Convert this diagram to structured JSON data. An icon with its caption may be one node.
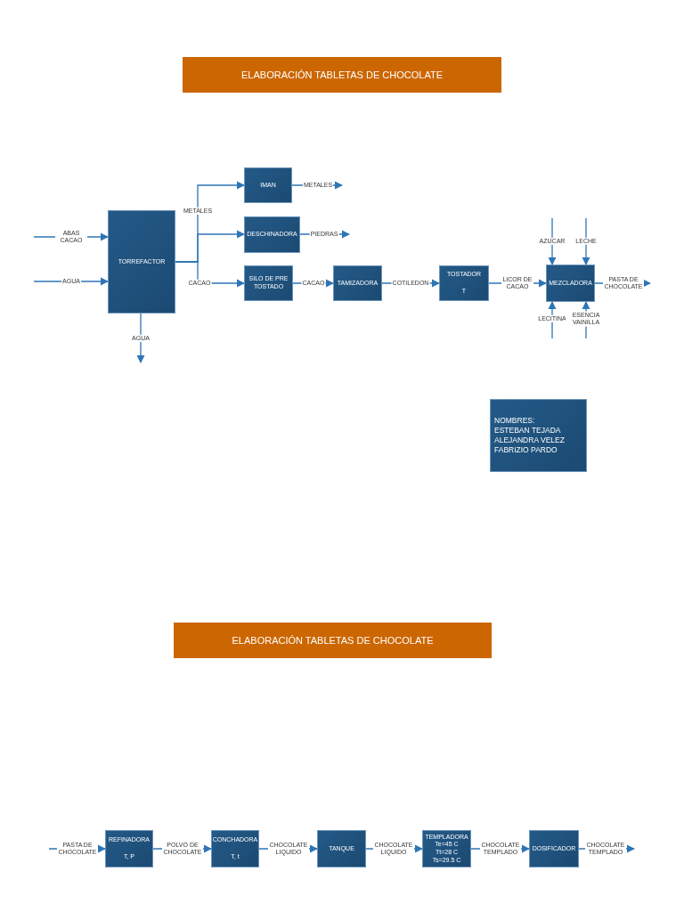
{
  "diagram": {
    "nodes": [
      {
        "text": [
          "ELABORACIÓN TABLETAS DE CHOCOLATE"
        ]
      },
      {
        "text": [
          "IMAN"
        ]
      },
      {
        "text": [
          "TORREFACTOR"
        ]
      },
      {
        "text": [
          "DESCHINADORA"
        ]
      },
      {
        "text": [
          "SILO DE PRE TOSTADO"
        ]
      },
      {
        "text": [
          "TAMIZADORA"
        ]
      },
      {
        "text": [
          "TOSTADOR",
          "T"
        ]
      },
      {
        "text": [
          "MEZCLADORA"
        ]
      },
      {
        "text": [
          "NOMBRES:",
          "ESTEBAN TEJADA",
          "ALEJANDRA VELEZ",
          "FABRIZIO PARDO"
        ]
      },
      {
        "text": [
          "ELABORACIÓN TABLETAS DE CHOCOLATE"
        ]
      },
      {
        "text": [
          "REFINADORA",
          "T, P"
        ]
      },
      {
        "text": [
          "CONCHADORA",
          "T, t"
        ]
      },
      {
        "text": [
          "TANQUE"
        ]
      },
      {
        "text": [
          "TEMPLADORA",
          "Te=45 C",
          "Tt=28 C",
          "Ts=29.5 C"
        ]
      },
      {
        "text": [
          "DOSIFICADOR"
        ]
      }
    ],
    "edges": [
      {
        "from": null,
        "to": 2,
        "arrow": "to",
        "label": "ABAS CACAO"
      },
      {
        "from": null,
        "to": 2,
        "arrow": "to",
        "label": "AGUA"
      },
      {
        "from": 2,
        "to": null,
        "arrow": "to",
        "label": "AGUA"
      },
      {
        "from": 2,
        "to": 1,
        "arrow": "to",
        "label": "METALES"
      },
      {
        "from": 2,
        "to": 3,
        "arrow": "to"
      },
      {
        "from": 2,
        "to": 4,
        "arrow": "to",
        "label": "CACAO"
      },
      {
        "from": 1,
        "to": null,
        "arrow": "to",
        "label": "METALES"
      },
      {
        "from": 3,
        "to": null,
        "arrow": "to",
        "label": "PIEDRAS"
      },
      {
        "from": 4,
        "to": 5,
        "arrow": "to",
        "label": "CACAO"
      },
      {
        "from": 5,
        "to": 6,
        "arrow": "to",
        "label": "COTILEDON"
      },
      {
        "from": 6,
        "to": 7,
        "arrow": "to",
        "label": "LICOR DE CACAO"
      },
      {
        "from": null,
        "to": 7,
        "arrow": "to",
        "label": "AZUCAR"
      },
      {
        "from": null,
        "to": 7,
        "arrow": "to",
        "label": "LECHE"
      },
      {
        "from": null,
        "to": 7,
        "arrow": "to",
        "label": "LECITINA"
      },
      {
        "from": null,
        "to": 7,
        "arrow": "to",
        "label": "ESENCIA VAINILLA"
      },
      {
        "from": 7,
        "to": null,
        "arrow": "to",
        "label": "PASTA DE CHOCOLATE"
      },
      {
        "from": null,
        "to": 10,
        "arrow": "to",
        "label": "PASTA DE CHOCOLATE"
      },
      {
        "from": 10,
        "to": 11,
        "arrow": "to",
        "label": "POLVO DE CHOCOLATE"
      },
      {
        "from": 11,
        "to": 12,
        "arrow": "to",
        "label": "CHOCOLATE LIQUIDO"
      },
      {
        "from": 12,
        "to": 13,
        "arrow": "to",
        "label": "CHOCOLATE LIQUIDO"
      },
      {
        "from": 13,
        "to": 14,
        "arrow": "to",
        "label": "CHOCOLATE TEMPLADO"
      },
      {
        "from": 14,
        "to": null,
        "arrow": "to",
        "label": "CHOCOLATE TEMPLADO"
      }
    ]
  }
}
